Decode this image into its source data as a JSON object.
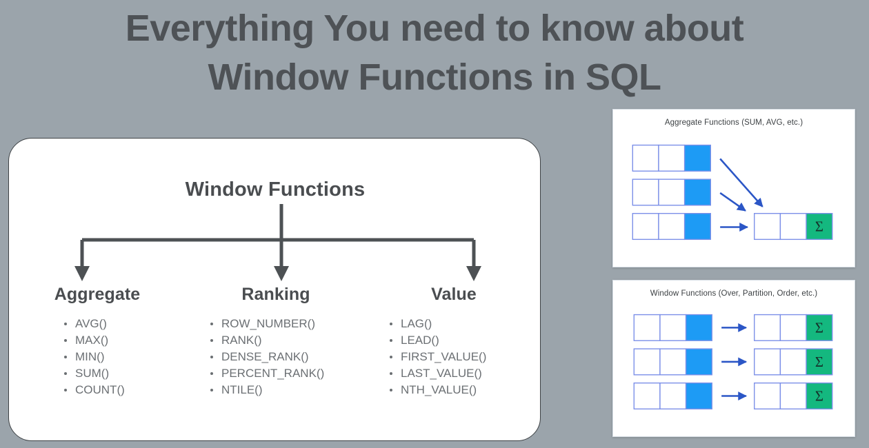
{
  "title": {
    "line1": "Everything You need to know about",
    "line2": "Window Functions in SQL",
    "color": "#4e5256"
  },
  "background_color": "#9ba4ab",
  "tree_card": {
    "root_label": "Window Functions",
    "branches": [
      {
        "name": "Aggregate",
        "functions": [
          "AVG()",
          "MAX()",
          "MIN()",
          "SUM()",
          "COUNT()"
        ]
      },
      {
        "name": "Ranking",
        "functions": [
          "ROW_NUMBER()",
          "RANK()",
          "DENSE_RANK()",
          "PERCENT_RANK()",
          "NTILE()"
        ]
      },
      {
        "name": "Value",
        "functions": [
          "LAG()",
          "LEAD()",
          "FIRST_VALUE()",
          "LAST_VALUE()",
          "NTH_VALUE()"
        ]
      }
    ],
    "connector_color": "#4d5154"
  },
  "panels": [
    {
      "id": "aggregate",
      "title": "Aggregate Functions (SUM, AVG, etc.)",
      "input_rows": 3,
      "output_rows": 1,
      "cells_per_row": 3,
      "highlight_cell_index": 2,
      "highlight_color": "#1d9bf5",
      "sum_symbol": "Σ",
      "sum_cell_color": "#14b87f",
      "arrow_color": "#2b56c6",
      "cell_border_color": "#7b8fe8",
      "arrow_style": "converging"
    },
    {
      "id": "window",
      "title": "Window Functions (Over, Partition, Order, etc.)",
      "input_rows": 3,
      "output_rows": 3,
      "cells_per_row": 3,
      "highlight_cell_index": 2,
      "highlight_color": "#1d9bf5",
      "sum_symbol": "Σ",
      "sum_cell_color": "#14b87f",
      "arrow_color": "#2b56c6",
      "cell_border_color": "#7b8fe8",
      "arrow_style": "parallel"
    }
  ]
}
